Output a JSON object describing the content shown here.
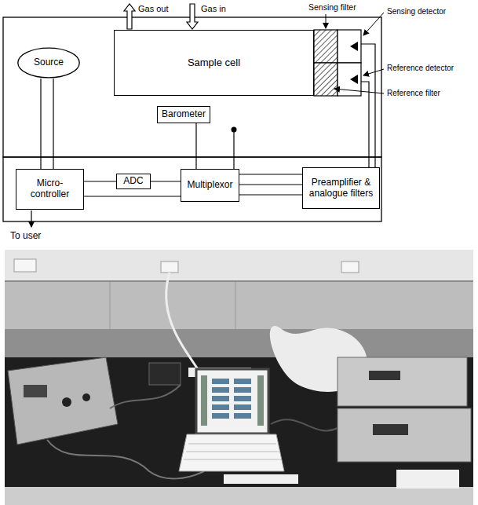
{
  "diagram": {
    "nodes": [
      {
        "text": [
          "Source"
        ]
      },
      {
        "text": [
          "Sample cell"
        ]
      },
      {
        "text": [
          "Barometer"
        ]
      },
      {
        "text": [
          "Micro- controller"
        ]
      },
      {
        "text": [
          "ADC"
        ]
      },
      {
        "text": [
          "Multiplexor"
        ]
      },
      {
        "text": [
          "Preamplifier & analogue filters"
        ]
      }
    ],
    "edges": [
      {
        "from": 0,
        "to": 3,
        "arrow": "none"
      },
      {
        "from": 0,
        "to": 3,
        "arrow": "none"
      },
      {
        "from": 2,
        "to": 5,
        "arrow": "none"
      },
      {
        "from": 3,
        "to": 4,
        "arrow": "none"
      },
      {
        "from": 4,
        "to": 5,
        "arrow": "none"
      },
      {
        "from": 3,
        "to": 5,
        "arrow": "none"
      },
      {
        "from": 5,
        "to": 6,
        "arrow": "none"
      },
      {
        "from": 5,
        "to": 6,
        "arrow": "none"
      },
      {
        "from": 5,
        "to": 6,
        "arrow": "none"
      }
    ],
    "labels": [
      "Gas out",
      "Gas in",
      "Sensing filter",
      "Sensing detector",
      "Reference detector",
      "Reference filter",
      "To user"
    ]
  }
}
